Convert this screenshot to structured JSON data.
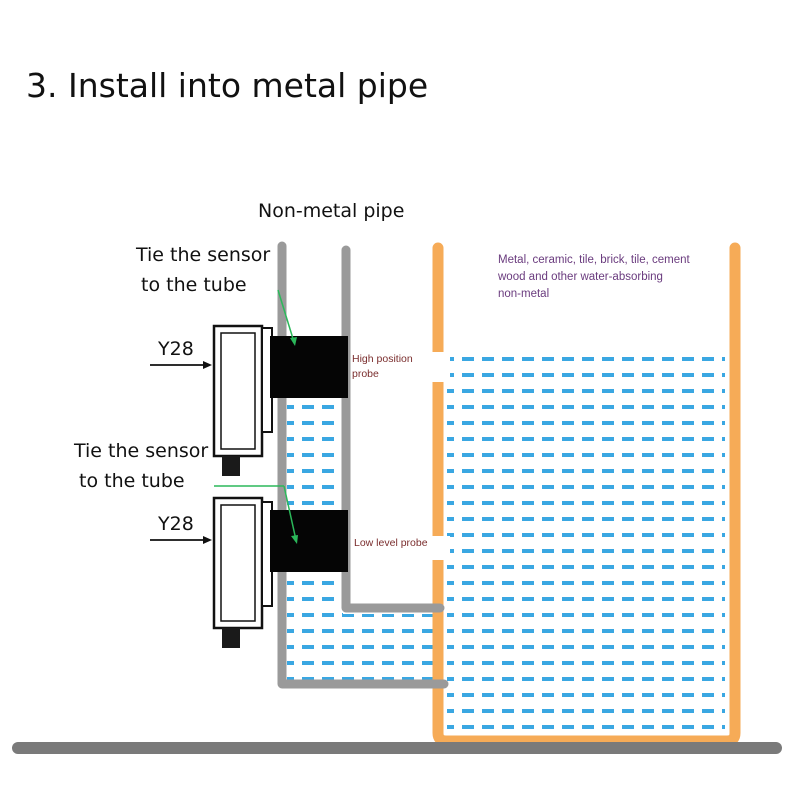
{
  "heading": "3. Install into metal pipe",
  "labels": {
    "non_metal_pipe": "Non-metal pipe",
    "tie_sensor_top": [
      "Tie the sensor",
      "to the tube"
    ],
    "tie_sensor_bottom": [
      "Tie the sensor",
      "to the tube"
    ],
    "sensor_model_top": "Y28",
    "sensor_model_bottom": "Y28",
    "high_probe": "High position probe",
    "low_probe": "Low level probe",
    "container_material": [
      "Metal, ceramic, tile, brick, tile, cement",
      "wood and other water-absorbing",
      "non-metal"
    ]
  },
  "colors": {
    "pipe": "#9a9a9a",
    "container": "#f6ab57",
    "water_dash": "#3aa7e2",
    "probe": "#050505",
    "arrow": "#2bb85a",
    "floor": "#7a7a7a",
    "material_text": "#6a3b7e",
    "probe_text": "#7a2d2d"
  }
}
